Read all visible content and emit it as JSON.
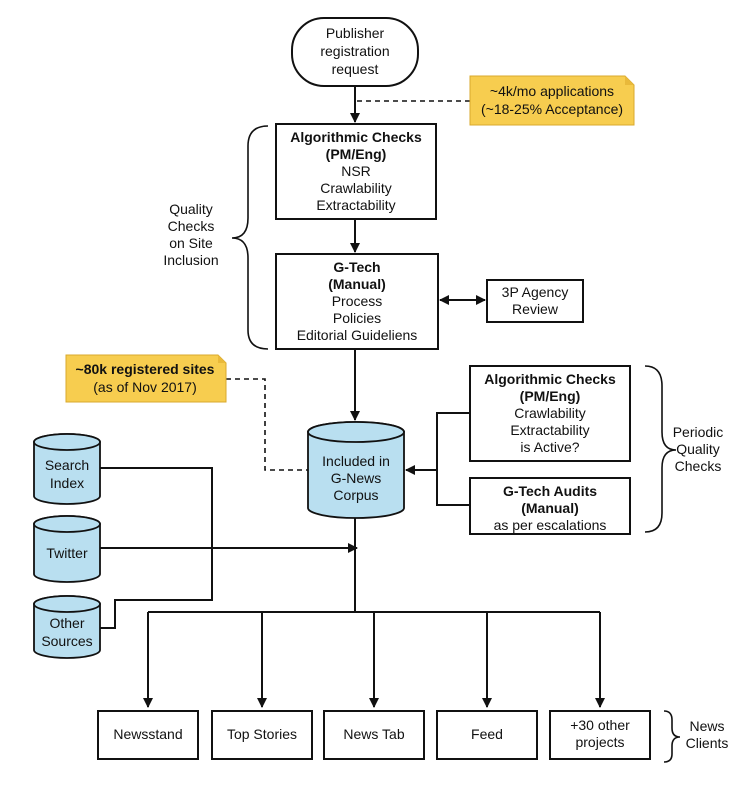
{
  "start": {
    "lines": [
      "Publisher",
      "registration",
      "request"
    ]
  },
  "note_applications": {
    "lines": [
      "~4k/mo applications",
      "(~18-25% Acceptance)"
    ]
  },
  "algo_checks": {
    "title": [
      "Algorithmic Checks",
      "(PM/Eng)"
    ],
    "items": [
      "NSR",
      "Crawlability",
      "Extractability"
    ]
  },
  "quality_brace_label": {
    "lines": [
      "Quality",
      "Checks",
      "on Site",
      "Inclusion"
    ]
  },
  "gtech": {
    "title": [
      "G-Tech",
      "(Manual)"
    ],
    "items": [
      "Process",
      "Policies",
      "Editorial Guideliens"
    ]
  },
  "agency": {
    "lines": [
      "3P Agency",
      "Review"
    ]
  },
  "note_sites": {
    "bold": "~80k registered sites",
    "plain": "(as of Nov 2017)"
  },
  "periodic_algo": {
    "title": [
      "Algorithmic Checks",
      "(PM/Eng)"
    ],
    "items": [
      "Crawlability",
      "Extractability",
      "is Active?"
    ]
  },
  "periodic_audits": {
    "title": [
      "G-Tech Audits",
      "(Manual)"
    ],
    "items": [
      "as per escalations"
    ]
  },
  "periodic_label": {
    "lines": [
      "Periodic",
      "Quality",
      "Checks"
    ]
  },
  "corpus": {
    "lines": [
      "Included in",
      "G-News",
      "Corpus"
    ]
  },
  "sources": [
    {
      "lines": [
        "Search",
        "Index"
      ]
    },
    {
      "lines": [
        "Twitter"
      ]
    },
    {
      "lines": [
        "Other",
        "Sources"
      ]
    }
  ],
  "clients": [
    {
      "lines": [
        "Newsstand"
      ]
    },
    {
      "lines": [
        "Top Stories"
      ]
    },
    {
      "lines": [
        "News Tab"
      ]
    },
    {
      "lines": [
        "Feed"
      ]
    },
    {
      "lines": [
        "+30 other",
        "projects"
      ]
    }
  ],
  "clients_label": {
    "lines": [
      "News",
      "Clients"
    ]
  },
  "colors": {
    "cylinder": "#b9dff0",
    "note": "#f7cd4f"
  }
}
